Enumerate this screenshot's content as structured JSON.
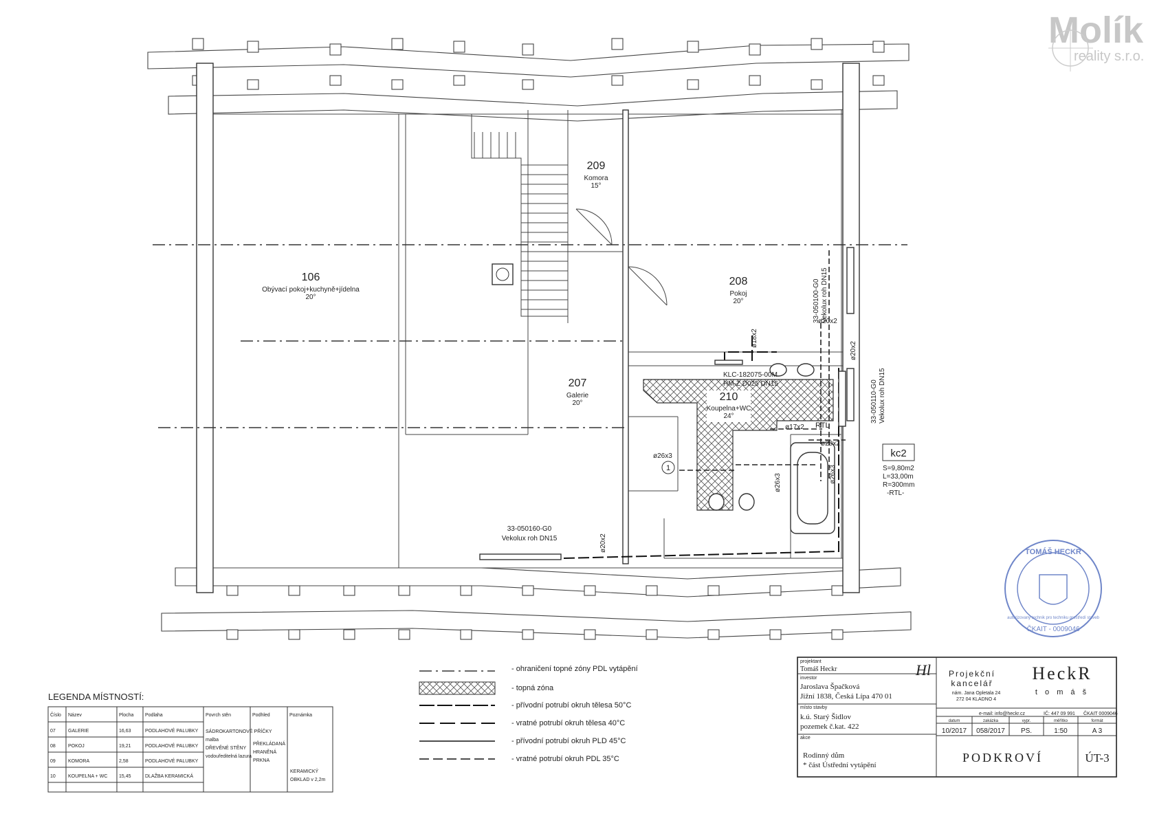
{
  "watermark": {
    "brand": "Molík",
    "sub": "reality s.r.o."
  },
  "rooms": [
    {
      "id": "106",
      "name": "Obývací pokoj+kuchyně+jídelna",
      "temp": "20°"
    },
    {
      "id": "209",
      "name": "Komora",
      "temp": "15°"
    },
    {
      "id": "208",
      "name": "Pokoj",
      "temp": "20°"
    },
    {
      "id": "207",
      "name": "Galerie",
      "temp": "20°"
    },
    {
      "id": "210",
      "name": "Koupelna+WC",
      "temp": "24°"
    }
  ],
  "labels": {
    "radiator_1": "33-050100-G0",
    "radiator_1b": "Vekolux roh DN15",
    "radiator_2": "33-050110-G0",
    "radiator_2b": "Vekolux roh DN15",
    "radiator_3": "33-050160-G0",
    "radiator_3b": "Vekolux roh DN15",
    "klc": "KLC-182075-00M",
    "hm": "HM-Z D025 DN15",
    "rtl": "RTL",
    "circle_1": "1",
    "pipes": {
      "p20a": "ø20x2",
      "p20b": "ø20x2",
      "p20c": "ø20x2",
      "p18": "ø18x2",
      "p17": "ø17x2",
      "p26a": "ø26x3",
      "p26b": "ø26x3",
      "p26c": "ø26x3",
      "p20d": "ø20x2"
    }
  },
  "kc2": {
    "title": "kc2",
    "s": "S=9,80m2",
    "l": "L=33,00m",
    "r": "R=300mm",
    "rtl": "-RTL-"
  },
  "legend_lines": {
    "l1": "- ohraničení topné zóny PDL vytápění",
    "l2": "- topná zóna",
    "l3": "- přívodní potrubí okruh tělesa 50°C",
    "l4": "- vratné potrubí okruh tělesa 40°C",
    "l5": "- přívodní potrubí okruh PLD 45°C",
    "l6": "- vratné potrubí okruh PDL 35°C"
  },
  "legend_rooms": {
    "title": "LEGENDA MÍSTNOSTÍ:",
    "headers": [
      "Číslo",
      "Název",
      "Plocha",
      "Podlaha",
      "Povrch stěn",
      "Podhled",
      "Poznámka"
    ],
    "rows": [
      [
        "07",
        "GALERIE",
        "16,63",
        "PODLAHOVÉ PALUBKY"
      ],
      [
        "08",
        "POKOJ",
        "19,21",
        "PODLAHOVÉ PALUBKY"
      ],
      [
        "09",
        "KOMORA",
        "2,58",
        "PODLAHOVÉ PALUBKY"
      ],
      [
        "10",
        "KOUPELNA + WC",
        "15,45",
        "DLAŽBA KERAMICKÁ"
      ]
    ],
    "walls": [
      "SÁDROKARTONOVÉ PŘÍČKY",
      "malba",
      "DŘEVĚNÉ STĚNY",
      "vodouředitelná lazura"
    ],
    "ceiling": [
      "PŘEKLÁDANÁ",
      "HRANĚNÁ",
      "PRKNA"
    ],
    "note": [
      "KERAMICKÝ",
      "OBKLAD v 2,2m"
    ]
  },
  "title_block": {
    "designer_label": "projektant",
    "designer": "Tomáš Heckr",
    "investor_label": "investor",
    "investor_1": "Jaroslava Špačková",
    "investor_2": "Jižní 1838, Česká Lípa  470 01",
    "place_label": "místo stavby",
    "place_1": "k.ú. Starý Šidlov",
    "place_2": "pozemek č.kat. 422",
    "office_1": "Projekční",
    "office_2": "kancelář",
    "office_addr_1": "nám. Jana Opletala 24",
    "office_addr_2": "272 04    KLADNO 4",
    "brand": "HeckR",
    "brand_sub": "t o m á š",
    "email": "e-mail: info@heckr.cz",
    "ico": "IČ: 447 09 991",
    "ckait": "ČKAIT 0009046",
    "meta_headers": [
      "datum",
      "zakázka",
      "vypr.",
      "měřítko",
      "formát"
    ],
    "meta": [
      "10/2017",
      "058/2017",
      "PS.",
      "1:50",
      "A 3"
    ],
    "object_label": "akce",
    "object_1": "Rodinný dům",
    "object_2": "* část Ústřední vytápění",
    "sheet_title": "PODKROVÍ",
    "sheet_no": "ÚT-3",
    "signature": "Hl"
  },
  "stamp": {
    "top": "TOMÁŠ HECKR",
    "bottom": "ČKAIT - 0009046",
    "ring": "autorizovaný technik pro techniku prostředí staveb"
  }
}
